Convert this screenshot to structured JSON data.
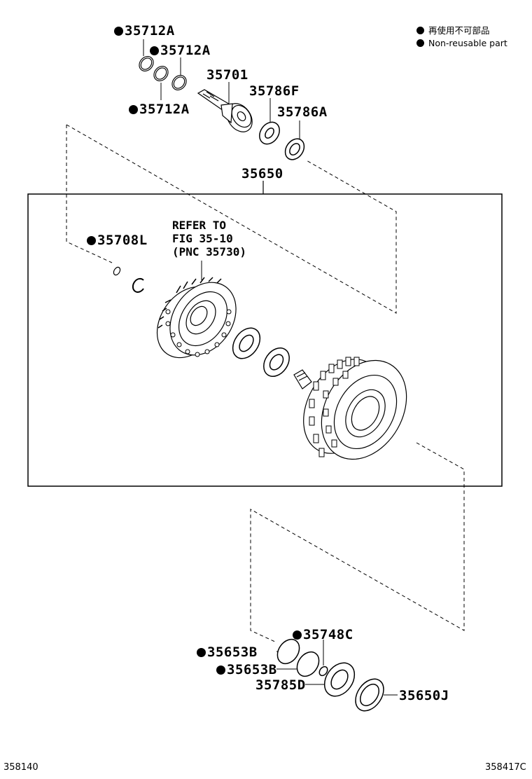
{
  "legend": {
    "line1": "再使用不可部品",
    "line2": "Non-reusable part"
  },
  "parts": {
    "p35712A_1": "35712A",
    "p35712A_2": "35712A",
    "p35712A_3": "35712A",
    "p35701": "35701",
    "p35786F": "35786F",
    "p35786A": "35786A",
    "p35650": "35650",
    "p35708L": "35708L",
    "p35748C": "35748C",
    "p35653B_1": "35653B",
    "p35653B_2": "35653B",
    "p35785D": "35785D",
    "p35650J": "35650J"
  },
  "reference": {
    "line1": "REFER TO",
    "line2": "FIG 35-10",
    "line3": "(PNC 35730)"
  },
  "figure_ids": {
    "left": "358140",
    "right": "358417C"
  },
  "non_reusable": [
    "p35712A_1",
    "p35712A_2",
    "p35712A_3",
    "p35708L",
    "p35748C",
    "p35653B_1",
    "p35653B_2"
  ]
}
